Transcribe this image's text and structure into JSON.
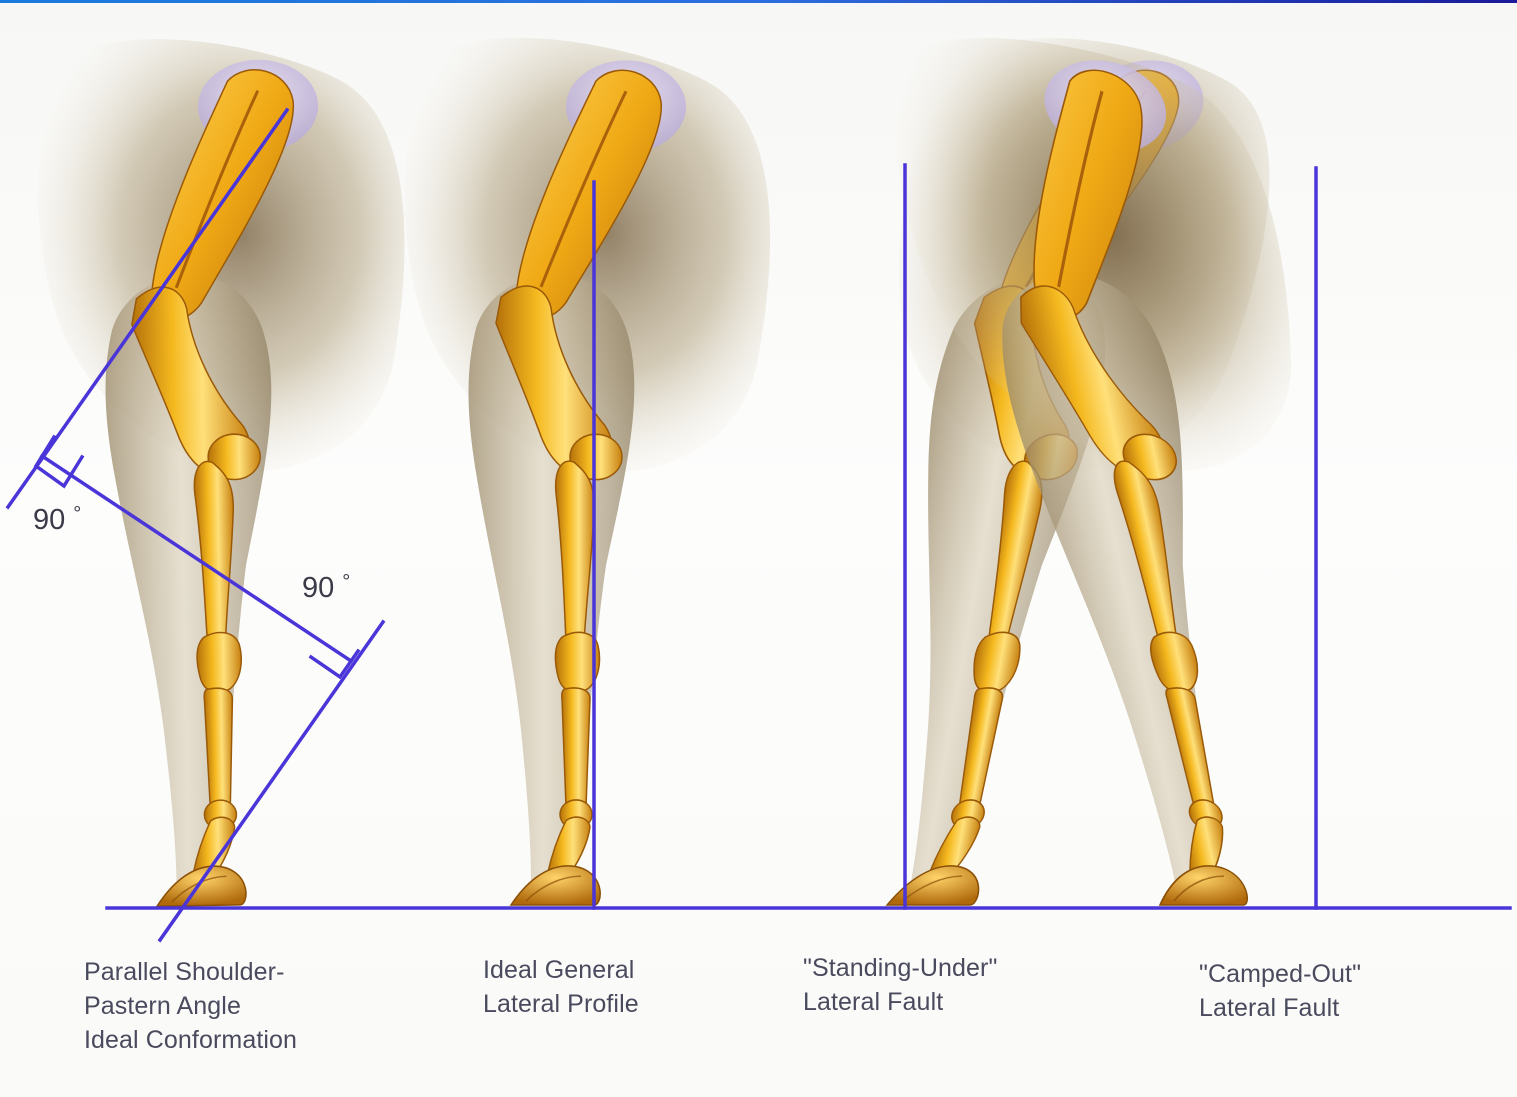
{
  "angles": {
    "upper": "90",
    "lower": "90",
    "degree_symbol": "°"
  },
  "captions": [
    {
      "lines": [
        "Parallel Shoulder-",
        "Pastern Angle",
        "Ideal Conformation"
      ]
    },
    {
      "lines": [
        "Ideal General",
        "Lateral Profile"
      ]
    },
    {
      "lines": [
        "\"Standing-Under\"",
        "Lateral Fault"
      ]
    },
    {
      "lines": [
        "\"Camped-Out\"",
        "Lateral Fault"
      ]
    }
  ],
  "colors": {
    "guide_line": "#4a35d8",
    "bone": "#f0b21e",
    "bone_dark": "#c9820f",
    "bone_light": "#ffd867",
    "cartilage": "#cfc6ea",
    "body_shade": "#8a7858",
    "leg_shade": "#b7a98a"
  }
}
